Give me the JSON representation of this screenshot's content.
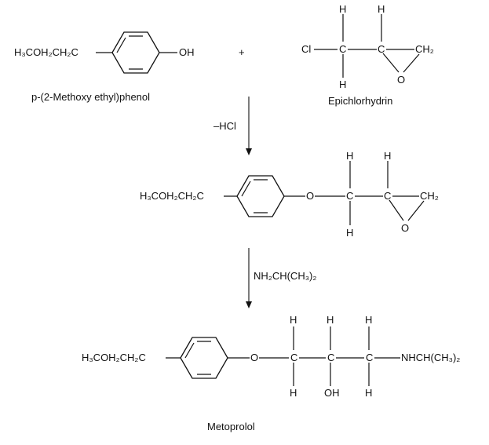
{
  "reactant1": {
    "chain": "H₃COH₂CH₂C",
    "hydroxyl": "OH",
    "name": "p-(2-Methoxy ethyl)phenol"
  },
  "plus": "+",
  "reactant2": {
    "chlorine": "Cl",
    "carbon": "C",
    "hydrogen": "H",
    "methylene": "CH₂",
    "oxygen": "O",
    "name": "Epichlorhydrin"
  },
  "step1": {
    "reagent": "–HCl"
  },
  "intermediate": {
    "chain": "H₃COH₂CH₂C",
    "ether_oxygen": "O",
    "carbon": "C",
    "hydrogen": "H",
    "methylene": "CH₂",
    "epoxide_oxygen": "O"
  },
  "step2": {
    "reagent": "NH₂CH(CH₃)₂"
  },
  "product": {
    "chain": "H₃COH₂CH₂C",
    "ether_oxygen": "O",
    "carbon": "C",
    "hydrogen": "H",
    "hydroxyl": "OH",
    "amine": "NHCH(CH₃)₂",
    "name": "Metoprolol"
  }
}
